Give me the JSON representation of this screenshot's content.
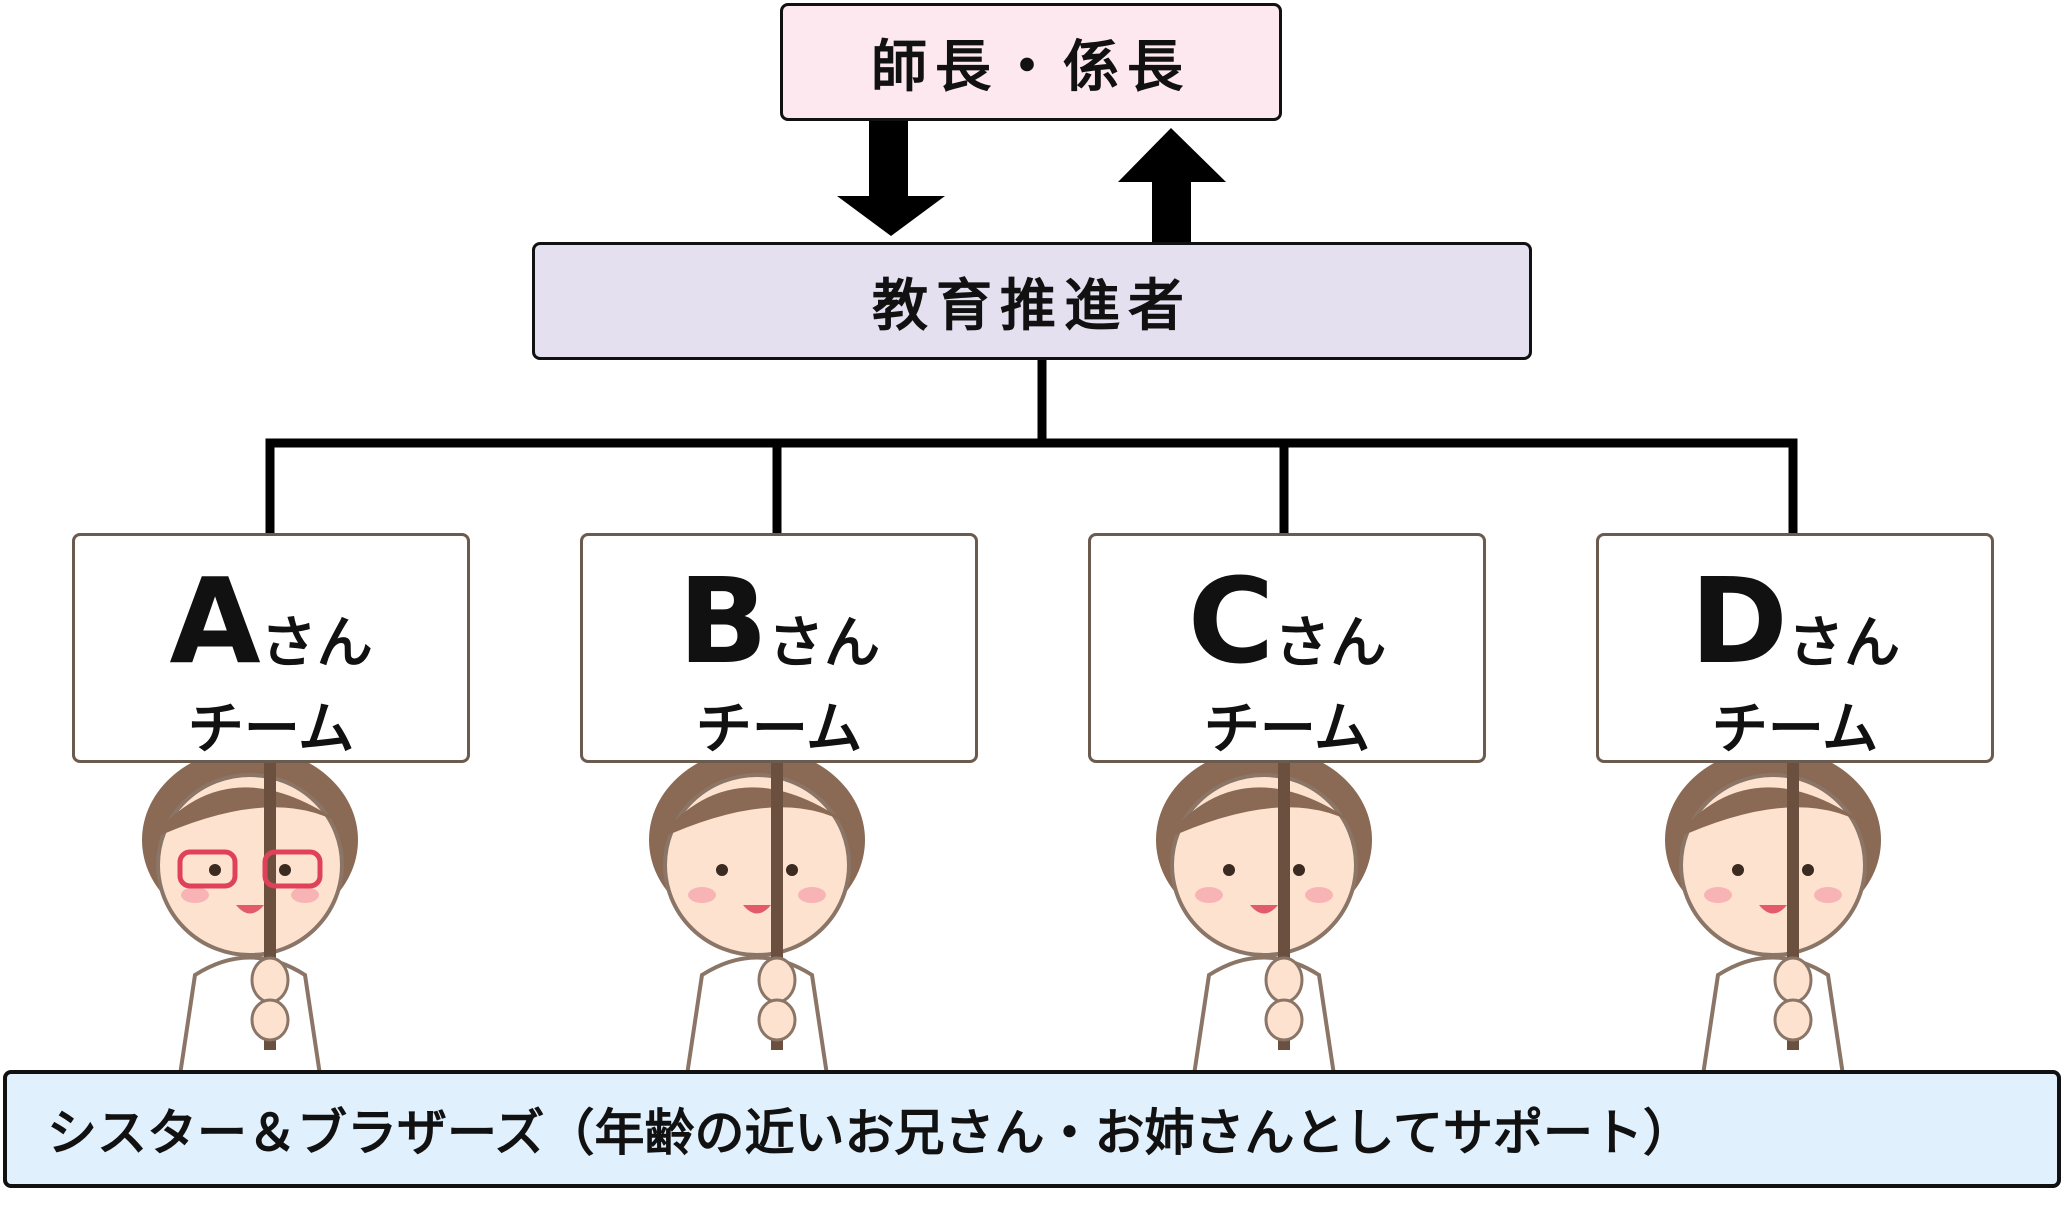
{
  "top_box": {
    "label": "師長・係長"
  },
  "middle_box": {
    "label": "教育推進者"
  },
  "teams": [
    {
      "letter": "A",
      "suffix": "さん",
      "team": "チーム"
    },
    {
      "letter": "B",
      "suffix": "さん",
      "team": "チーム"
    },
    {
      "letter": "C",
      "suffix": "さん",
      "team": "チーム"
    },
    {
      "letter": "D",
      "suffix": "さん",
      "team": "チーム"
    }
  ],
  "bottom_box": {
    "label": "シスター＆ブラザーズ（年齢の近いお兄さん・お姉さんとしてサポート）"
  },
  "colors": {
    "top": "#fde8f0",
    "middle": "#e4e0f0",
    "bottom": "#e0f0fc",
    "pole": "#6b5040"
  }
}
